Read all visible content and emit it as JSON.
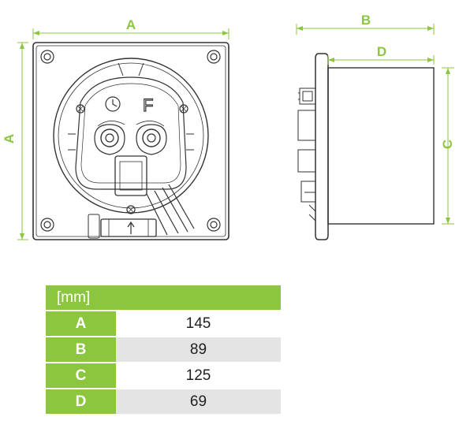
{
  "dimension_labels": {
    "a": "A",
    "b": "B",
    "c": "C",
    "d": "D"
  },
  "table": {
    "header": "[mm]",
    "rows": [
      {
        "key": "A",
        "value": "145"
      },
      {
        "key": "B",
        "value": "89"
      },
      {
        "key": "C",
        "value": "125"
      },
      {
        "key": "D",
        "value": "69"
      }
    ]
  },
  "colors": {
    "accent": "#8cc63f",
    "line": "#333333",
    "row_alt": "#e4e4e4"
  },
  "icons": {
    "front_panel_symbol_left": "clock-icon",
    "front_panel_symbol_right": "letter-F"
  },
  "front_panel_letter": "F"
}
